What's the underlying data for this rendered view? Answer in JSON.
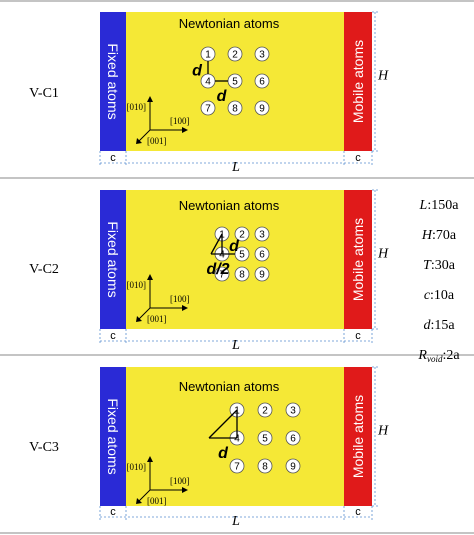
{
  "colors": {
    "fixed": "#2a2ad6",
    "newtonian": "#f5e836",
    "mobile": "#e01a1a",
    "dim_line": "#5a8fd0",
    "rule": "#888888"
  },
  "panels": [
    {
      "row_label": "V-C1",
      "fixed_label": "Fixed atoms",
      "mobile_label": "Mobile atoms",
      "newtonian_label": "Newtonian atoms",
      "void_numbers": [
        "1",
        "2",
        "3",
        "4",
        "5",
        "6",
        "7",
        "8",
        "9"
      ],
      "d_labels": [
        "d",
        "d"
      ],
      "axes": {
        "y": "[010]",
        "x": "[100]",
        "z": "[001]"
      },
      "dims": {
        "left_c": "c",
        "length": "L",
        "right_c": "c",
        "height": "H"
      }
    },
    {
      "row_label": "V-C2",
      "fixed_label": "Fixed atoms",
      "mobile_label": "Mobile atoms",
      "newtonian_label": "Newtonian atoms",
      "void_numbers": [
        "1",
        "2",
        "3",
        "4",
        "5",
        "6",
        "7",
        "8",
        "9"
      ],
      "d_labels": [
        "d",
        "d/2"
      ],
      "axes": {
        "y": "[010]",
        "x": "[100]",
        "z": "[001]"
      },
      "dims": {
        "left_c": "c",
        "length": "L",
        "right_c": "c",
        "height": "H"
      }
    },
    {
      "row_label": "V-C3",
      "fixed_label": "Fixed atoms",
      "mobile_label": "Mobile atoms",
      "newtonian_label": "Newtonian atoms",
      "void_numbers": [
        "1",
        "2",
        "3",
        "4",
        "5",
        "6",
        "7",
        "8",
        "9"
      ],
      "d_labels": [
        "d"
      ],
      "axes": {
        "y": "[010]",
        "x": "[100]",
        "z": "[001]"
      },
      "dims": {
        "left_c": "c",
        "length": "L",
        "right_c": "c",
        "height": "H"
      }
    }
  ],
  "parameters": [
    {
      "sym": "L",
      "value": ":150a"
    },
    {
      "sym": "H",
      "value": ":70a"
    },
    {
      "sym": "T",
      "value": ":30a"
    },
    {
      "sym": "c",
      "value": ":10a"
    },
    {
      "sym": "d",
      "value": ":15a"
    },
    {
      "sym": "R",
      "sub": "void",
      "value": ":2a"
    }
  ]
}
